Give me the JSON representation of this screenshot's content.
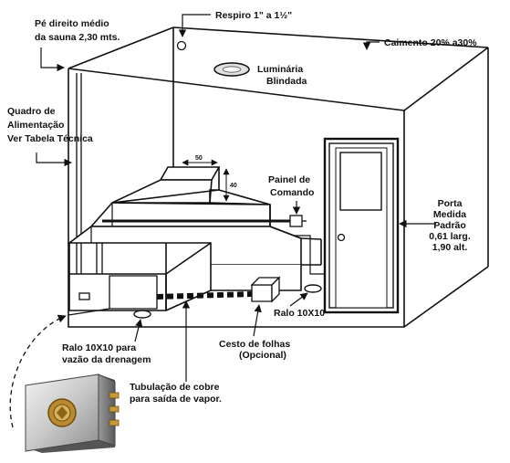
{
  "labels": {
    "pe_direito_l1": "Pé direito médio",
    "pe_direito_l2": "da sauna  2,30 mts.",
    "respiro": "Respiro 1\" a 1½\"",
    "caimento": "Caimento 20% a30%",
    "luminaria_l1": "Luminária",
    "luminaria_l2": "Blindada",
    "quadro_l1": "Quadro de",
    "quadro_l2": "Alimentação",
    "quadro_l3": "Ver Tabela Técnica",
    "dim_50": "50",
    "dim_40": "40",
    "painel_l1": "Painel de",
    "painel_l2": "Comando",
    "porta_l1": "Porta",
    "porta_l2": "Medida",
    "porta_l3": "Padrão",
    "porta_l4": "0,61 larg.",
    "porta_l5": "1,90 alt.",
    "ralo_right": "Ralo 10X10",
    "ralo_left_l1": "Ralo 10X10 para",
    "ralo_left_l2": "vazão da drenagem",
    "cesto_l1": "Cesto de folhas",
    "cesto_l2": "(Opcional)",
    "tubulacao_l1": "Tubulação de cobre",
    "tubulacao_l2": "para saída de vapor."
  }
}
